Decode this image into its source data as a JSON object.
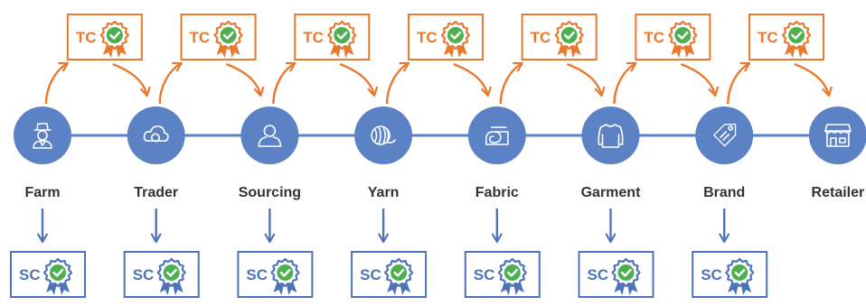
{
  "colors": {
    "node": "#5b82c4",
    "line": "#5b82c4",
    "tc": "#e8792f",
    "sc": "#4e73b8",
    "check": "#4caf50",
    "label": "#333333",
    "icon": "#ffffff"
  },
  "stages": [
    {
      "label": "Farm",
      "icon": "farmer-icon"
    },
    {
      "label": "Trader",
      "icon": "cloud-icon"
    },
    {
      "label": "Sourcing",
      "icon": "person-icon"
    },
    {
      "label": "Yarn",
      "icon": "yarn-icon"
    },
    {
      "label": "Fabric",
      "icon": "fabric-roll-icon"
    },
    {
      "label": "Garment",
      "icon": "sweater-icon"
    },
    {
      "label": "Brand",
      "icon": "tag-icon"
    },
    {
      "label": "Retailer",
      "icon": "store-icon"
    }
  ],
  "transaction_certificate": {
    "label": "TC",
    "count": 7
  },
  "scope_certificate": {
    "label": "SC",
    "count": 7
  }
}
